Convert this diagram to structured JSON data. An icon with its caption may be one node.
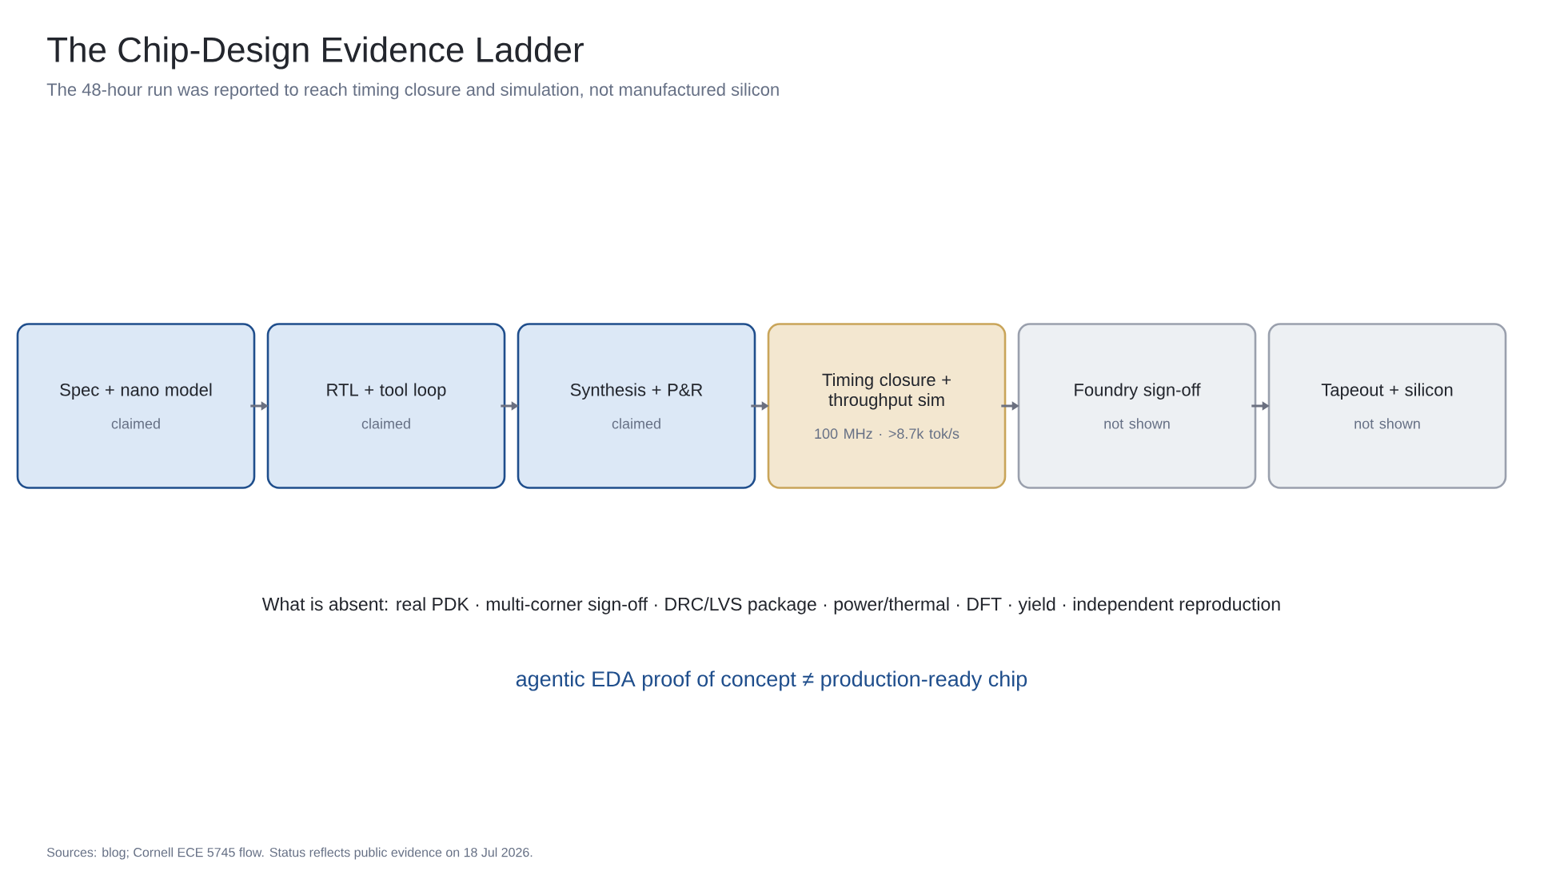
{
  "diagram": {
    "title": "The Chip-Design Evidence Ladder",
    "caption": "The 48-hour run was reported to reach timing closure and simulation, not manufactured silicon",
    "nodes": [
      {
        "text": [
          "Spec + nano model",
          "claimed"
        ]
      },
      {
        "text": [
          "RTL + tool loop",
          "claimed"
        ]
      },
      {
        "text": [
          "Synthesis + P&R",
          "claimed"
        ]
      },
      {
        "text": [
          "Timing closure + throughput sim",
          "100 MHz · >8.7k tok/s"
        ]
      },
      {
        "text": [
          "Foundry sign-off",
          "not shown"
        ]
      },
      {
        "text": [
          "Tapeout + silicon",
          "not shown"
        ]
      }
    ],
    "edges": [
      {
        "from": 0,
        "to": 1,
        "arrow": "to"
      },
      {
        "from": 1,
        "to": 2,
        "arrow": "to"
      },
      {
        "from": 2,
        "to": 3,
        "arrow": "to"
      },
      {
        "from": 3,
        "to": 4,
        "arrow": "to"
      },
      {
        "from": 4,
        "to": 5,
        "arrow": "to"
      }
    ],
    "labels": [
      "What is absent: real PDK · multi-corner sign-off · DRC/LVS package · power/thermal · DFT · yield · independent reproduction",
      "agentic EDA proof of concept ≠ production-ready chip",
      "Sources: blog; Cornell ECE 5745 flow. Status reflects public evidence on 18 Jul 2026."
    ]
  }
}
